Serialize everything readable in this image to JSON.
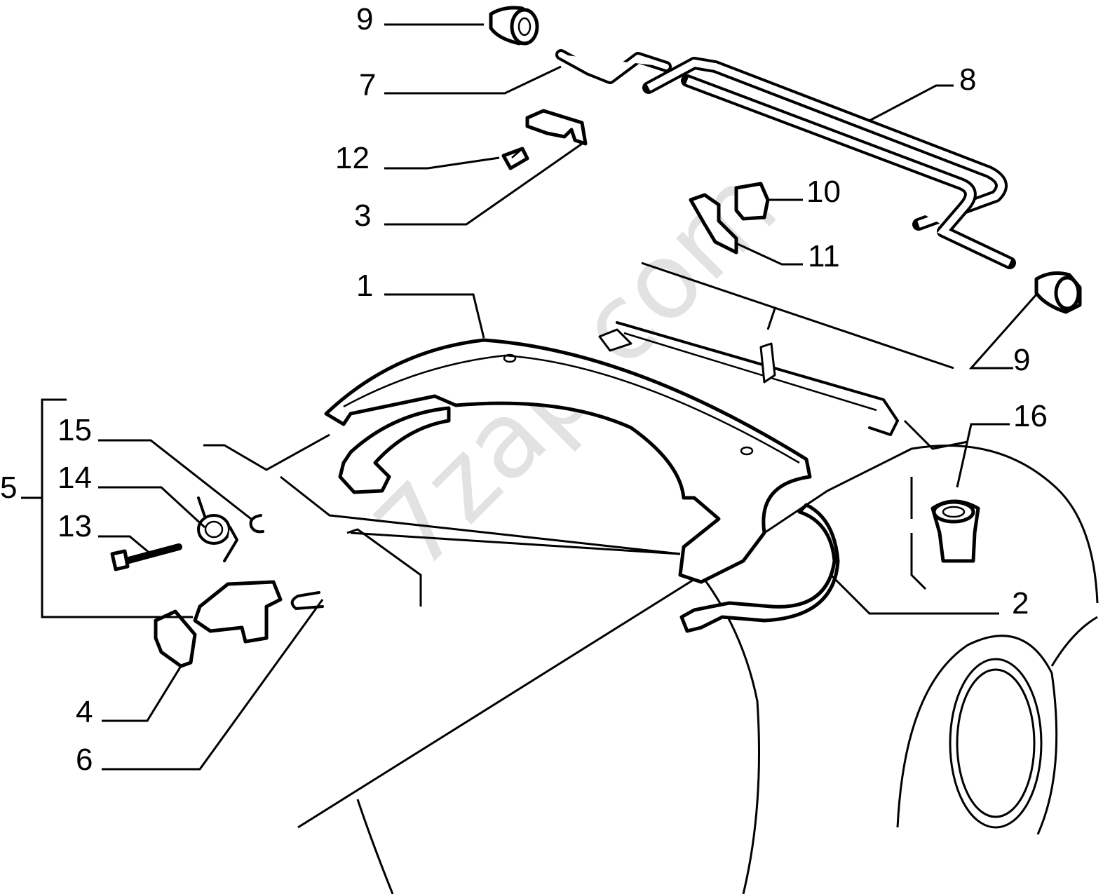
{
  "watermark": "7zap.com",
  "callouts": {
    "c9a": "9",
    "c7": "7",
    "c8": "8",
    "c12": "12",
    "c3": "3",
    "c10": "10",
    "c11": "11",
    "c1": "1",
    "c9b": "9",
    "c16": "16",
    "c5": "5",
    "c15": "15",
    "c14": "14",
    "c13": "13",
    "c4": "4",
    "c6": "6",
    "c2": "2"
  }
}
